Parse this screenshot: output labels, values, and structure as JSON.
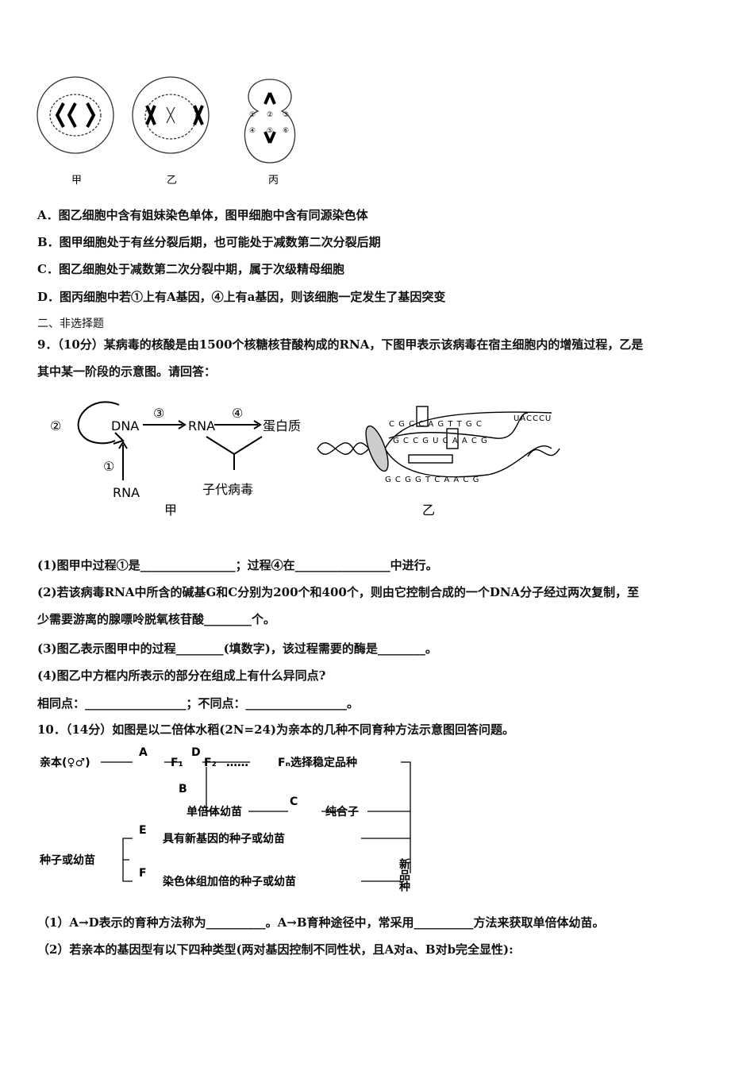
{
  "q8": {
    "figure_labels": [
      "甲",
      "乙",
      "丙"
    ],
    "cell_numbers": [
      "①",
      "②",
      "③",
      "④",
      "⑤",
      "⑥"
    ],
    "options": [
      "A．图乙细胞中含有姐妹染色单体，图甲细胞中含有同源染色体",
      "B．图甲细胞处于有丝分裂后期，也可能处于减数第二次分裂后期",
      "C．图乙细胞处于减数第二次分裂中期，属于次级精母细胞",
      "D．图丙细胞中若①上有A基因，④上有a基因，则该细胞一定发生了基因突变"
    ]
  },
  "section2": "二、非选择题",
  "q9": {
    "stem1": "9．（10分）某病毒的核酸是由1500个核糖核苷酸构成的RNA，下图甲表示该病毒在宿主细胞内的增殖过程，乙是",
    "stem2": "其中某一阶段的示意图。请回答：",
    "diagram_jia": {
      "n1": "①",
      "n2": "②",
      "n3": "③",
      "n4": "④",
      "dna": "DNA",
      "rna": "RNA",
      "rna2": "RNA",
      "protein": "蛋白质",
      "virus": "子代病毒",
      "label": "甲"
    },
    "diagram_yi": {
      "top": "C G C C A G T T G C",
      "mid": "G C C G U C A A C G",
      "bot": "G C G G T C A A C G",
      "tail": "UACCCU",
      "label": "乙"
    },
    "sub1": "(1)图甲中过程①是________________；过程④在________________中进行。",
    "sub2a": "(2)若该病毒RNA中所含的碱基G和C分别为200个和400个，则由它控制合成的一个DNA分子经过两次复制，至",
    "sub2b": "少需要游离的腺嘌呤脱氧核苷酸________个。",
    "sub3": "(3)图乙表示图甲中的过程________(填数字)，该过程需要的酶是________。",
    "sub4": "(4)图乙中方框内所表示的部分在组成上有什么异同点?",
    "sub4b": "相同点：_________________；不同点：_________________。"
  },
  "q10": {
    "stem": "10．（14分）如图是以二倍体水稻(2N=24)为亲本的几种不同育种方法示意图回答问题。",
    "flow": {
      "parent": "亲本(♀♂)",
      "A": "A",
      "F1": "F₁",
      "D": "D",
      "F2": "F₂",
      "dots": "……",
      "Fn": "Fₙ选择稳定品种",
      "B": "B",
      "haploid": "单倍体幼苗",
      "C": "C",
      "pure": "纯合子",
      "seed": "种子或幼苗",
      "E": "E",
      "newgene": "具有新基因的种子或幼苗",
      "F": "F",
      "doubled": "染色体组加倍的种子或幼苗",
      "newvar": "新品种"
    },
    "sub1": "（1）A→D表示的育种方法称为__________。A→B育种途径中，常采用__________方法来获取单倍体幼苗。",
    "sub2": "（2）若亲本的基因型有以下四种类型(两对基因控制不同性状，且A对a、B对b完全显性):"
  }
}
